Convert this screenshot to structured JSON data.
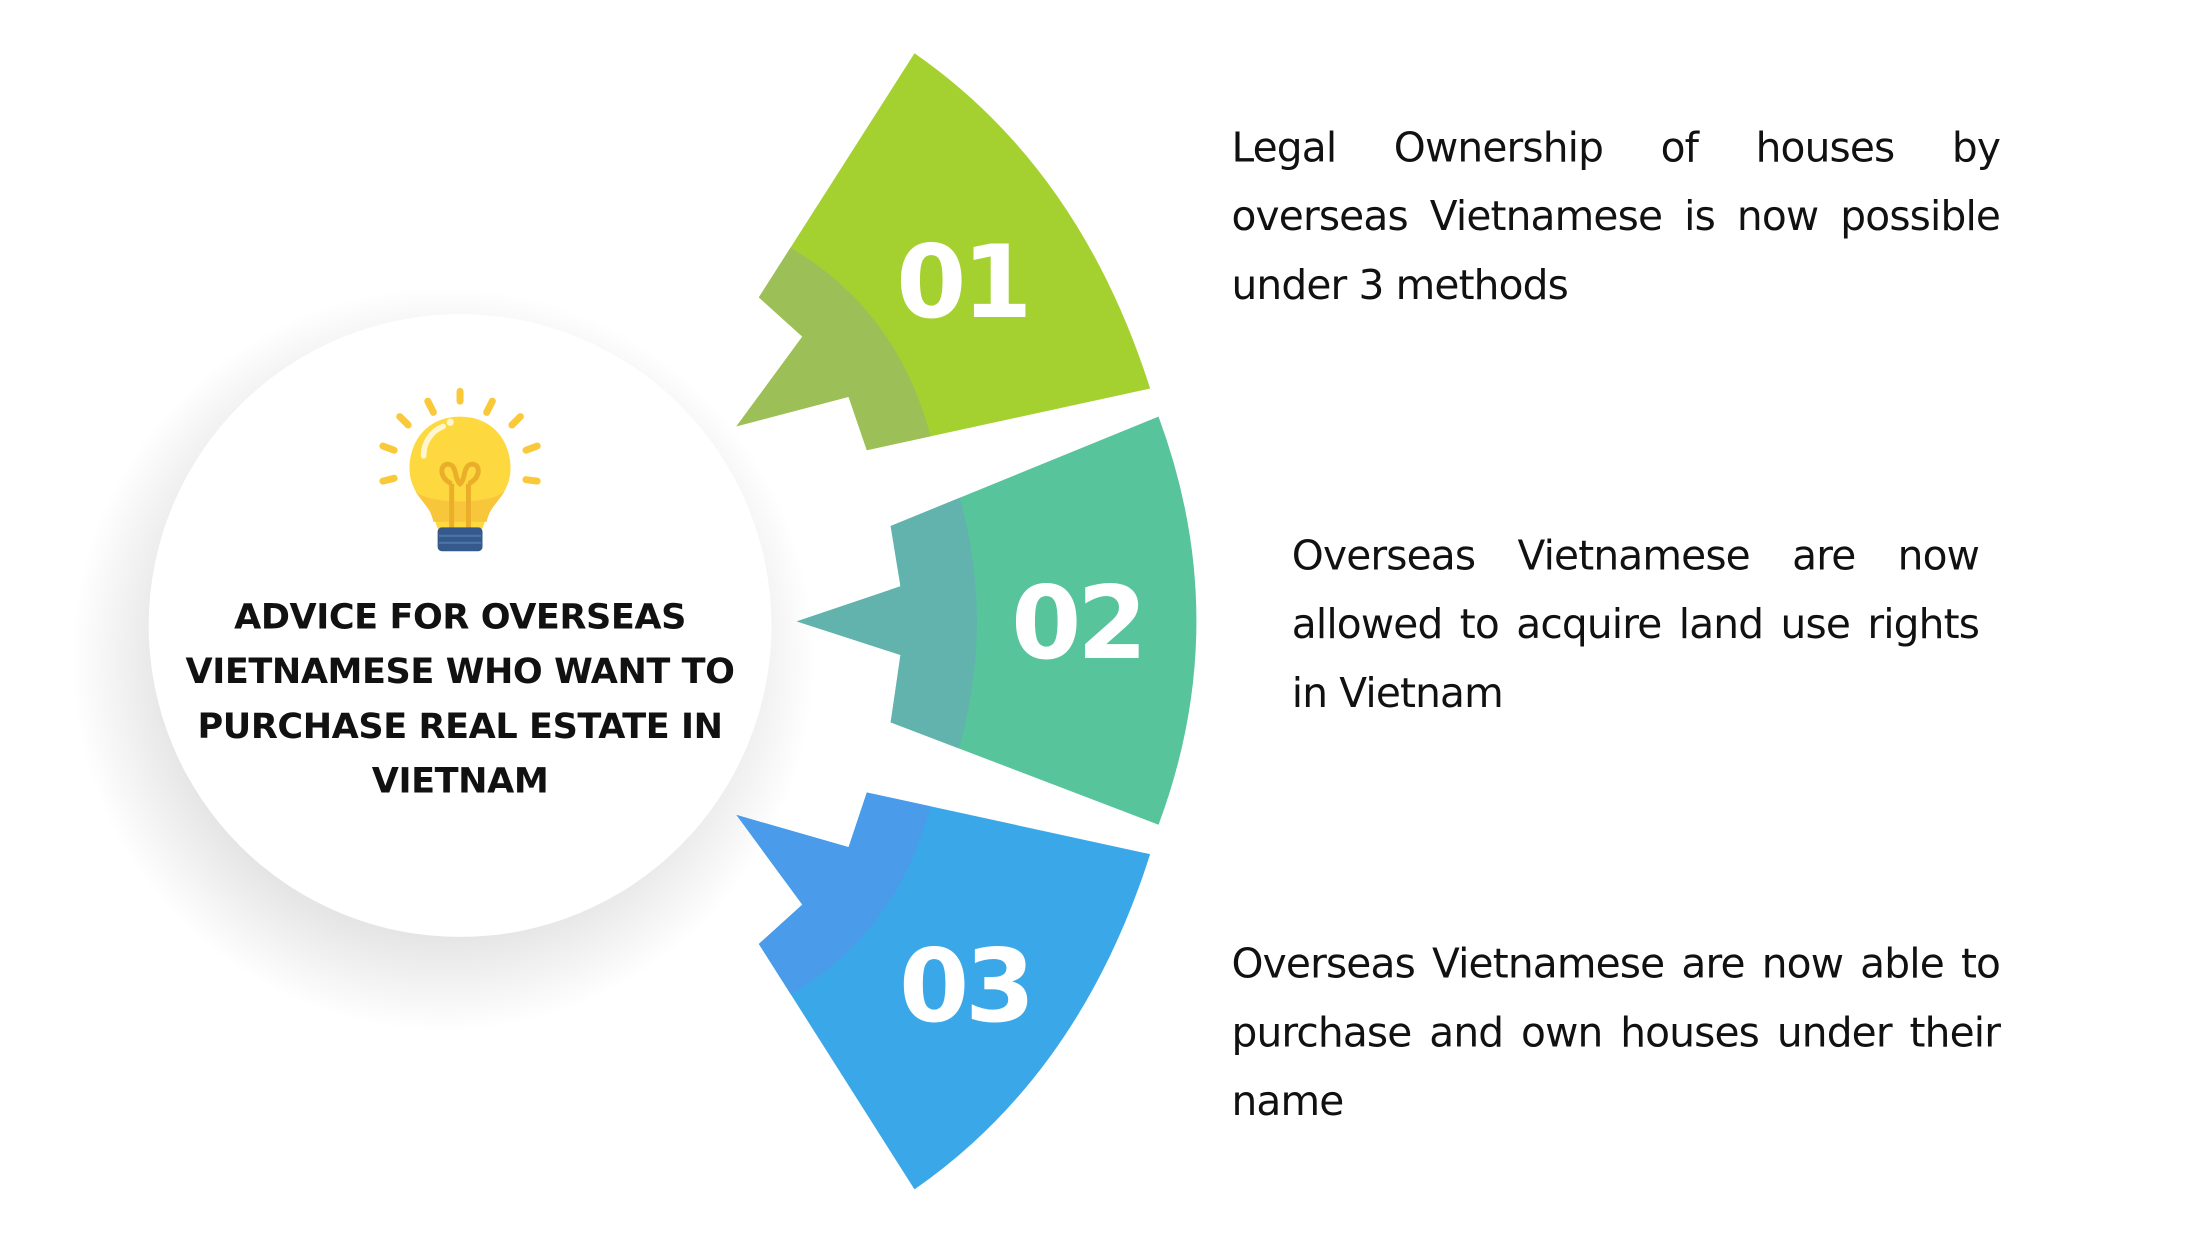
{
  "title": "ADVICE FOR OVERSEAS VIETNAMESE WHO WANT TO PURCHASE REAL ESTATE IN VIETNAM",
  "icon": "lightbulb-icon",
  "steps": [
    {
      "number": "01",
      "text": "Legal Ownership of houses by overseas Vietnamese is now possible under 3 methods",
      "color": "#a4d130",
      "shade": "#9dbf58"
    },
    {
      "number": "02",
      "text": "Overseas Vietnamese are now allowed to acquire land use rights in Vietnam",
      "color": "#57c49b",
      "shade": "#62b3ad"
    },
    {
      "number": "03",
      "text": "Overseas Vietnamese are now able to purchase and own houses under their name",
      "color": "#3aa8e8",
      "shade": "#4a9ceb"
    }
  ]
}
